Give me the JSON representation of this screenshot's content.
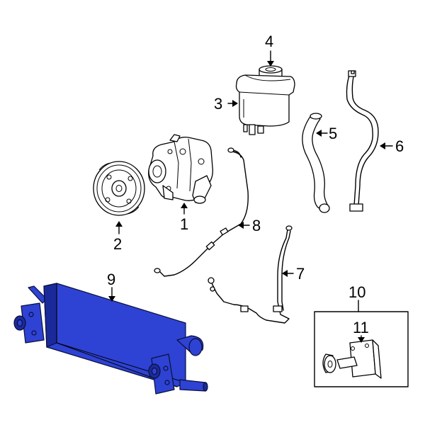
{
  "colors": {
    "highlight": "#2e42d4",
    "highlight_dark": "#1b2a9a",
    "line": "#000000",
    "background": "#ffffff"
  },
  "callouts": {
    "c1": "1",
    "c2": "2",
    "c3": "3",
    "c4": "4",
    "c5": "5",
    "c6": "6",
    "c7": "7",
    "c8": "8",
    "c9": "9",
    "c10": "10",
    "c11": "11"
  }
}
